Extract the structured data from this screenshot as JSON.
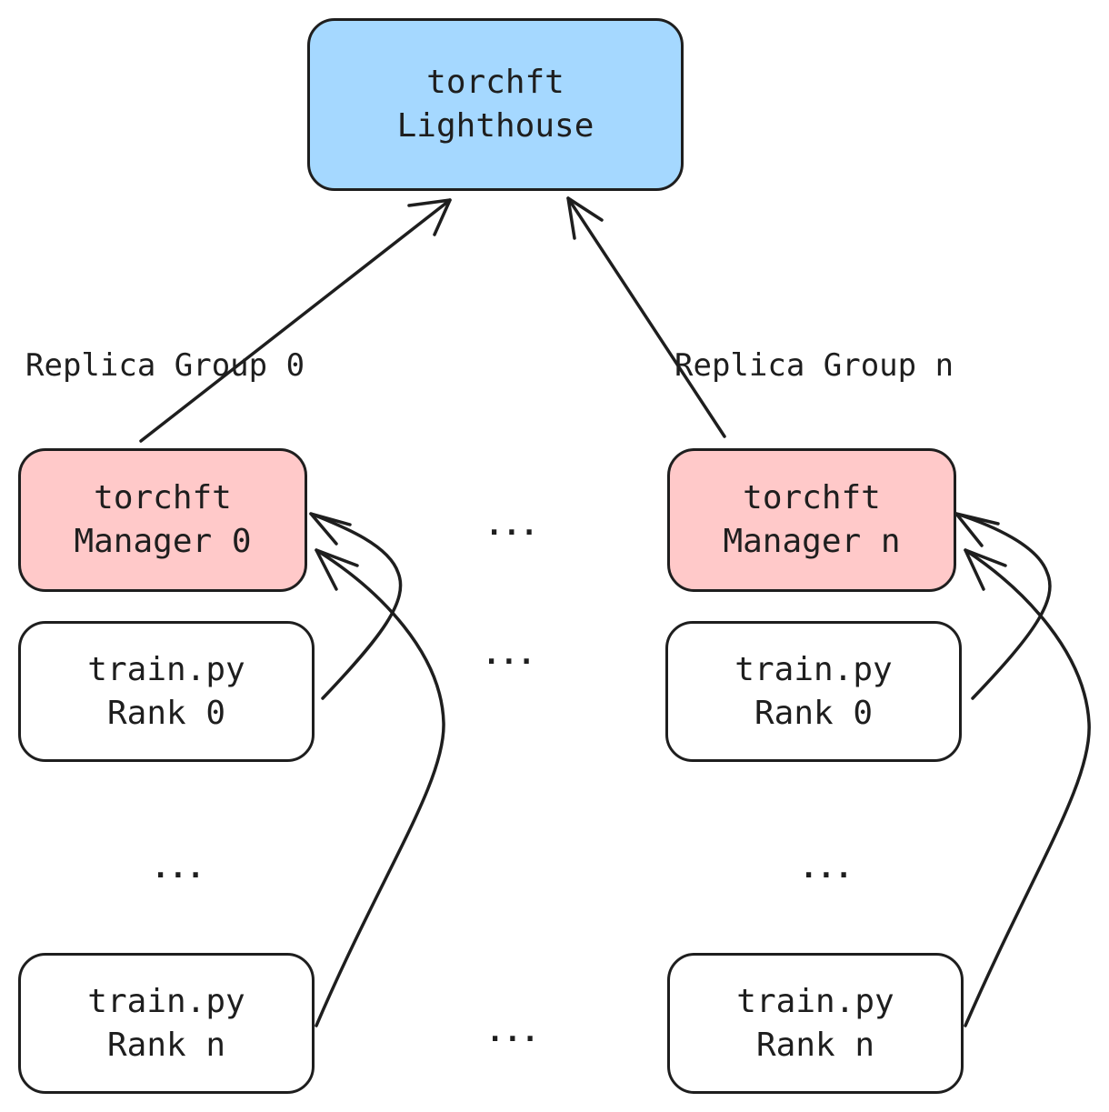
{
  "lighthouse": {
    "line1": "torchft",
    "line2": "Lighthouse"
  },
  "groups": [
    {
      "label": "Replica Group 0",
      "manager": {
        "line1": "torchft",
        "line2": "Manager 0"
      },
      "rank_first": {
        "line1": "train.py",
        "line2": "Rank 0"
      },
      "rank_last": {
        "line1": "train.py",
        "line2": "Rank n"
      },
      "ellipsis": "..."
    },
    {
      "label": "Replica Group n",
      "manager": {
        "line1": "torchft",
        "line2": "Manager n"
      },
      "rank_first": {
        "line1": "train.py",
        "line2": "Rank 0"
      },
      "rank_last": {
        "line1": "train.py",
        "line2": "Rank n"
      },
      "ellipsis": "..."
    }
  ],
  "middle_ellipses": [
    "...",
    "...",
    "..."
  ],
  "colors": {
    "lighthouse_fill": "#a5d8ff",
    "manager_fill": "#ffc9c9",
    "stroke": "#1e1e1e"
  }
}
